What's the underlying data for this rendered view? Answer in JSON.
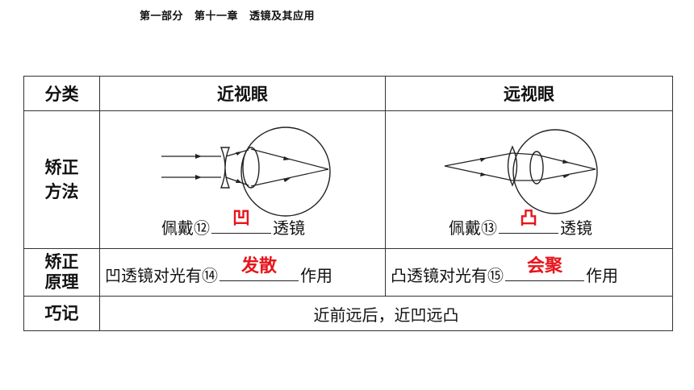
{
  "header": {
    "part": "第一部分",
    "chapter": "第十一章",
    "topic": "透镜及其应用"
  },
  "table": {
    "col_header": {
      "category": "分类",
      "myopia": "近视眼",
      "hyperopia": "远视眼"
    },
    "method_label_line1": "矫正",
    "method_label_line2": "方法",
    "principle_label_line1": "矫正",
    "principle_label_line2": "原理",
    "memo_label": "巧记",
    "myopia_method": {
      "prefix": "佩戴⑫",
      "answer": "凹",
      "suffix": "透镜"
    },
    "hyperopia_method": {
      "prefix": "佩戴⑬",
      "answer": "凸",
      "suffix": "透镜"
    },
    "myopia_principle": {
      "prefix": "凹透镜对光有⑭",
      "answer": "发散",
      "suffix": "作用"
    },
    "hyperopia_principle": {
      "prefix": "凸透镜对光有⑮",
      "answer": "会聚",
      "suffix": "作用"
    },
    "memo": "近前远后，近凹远凸"
  },
  "colors": {
    "answer": "#e8141b",
    "border": "#333333"
  },
  "icons": {
    "myopia_diagram": "eye-concave-lens-diagram",
    "hyperopia_diagram": "eye-convex-lens-diagram"
  }
}
